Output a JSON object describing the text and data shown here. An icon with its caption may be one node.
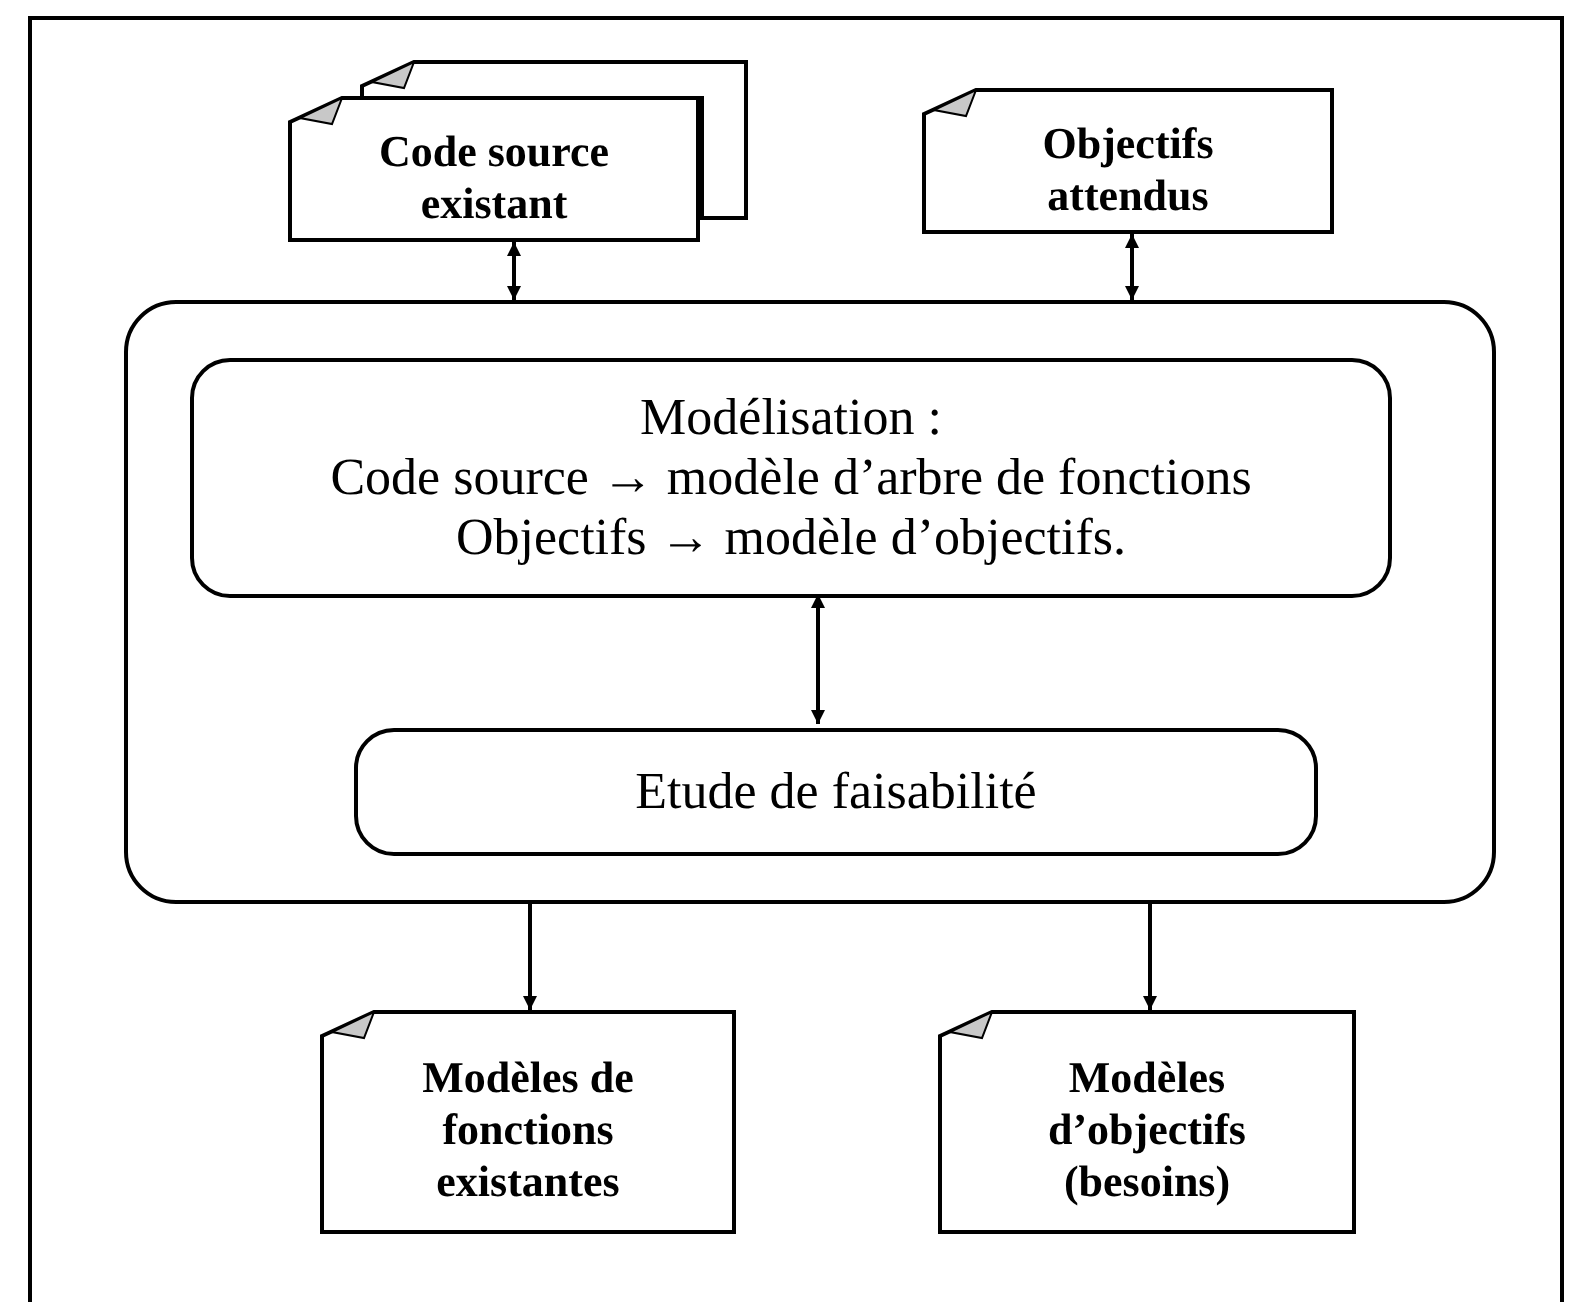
{
  "diagram": {
    "nodes": [
      {
        "text": [
          "Code source existant"
        ]
      },
      {
        "text": [
          "Objectifs attendus"
        ]
      },
      {
        "text": [],
        "shape": "box"
      },
      {
        "text": [
          "Modélisation :",
          "Code source → modèle d’arbre de fonctions",
          "Objectifs → modèle d’objectifs."
        ],
        "in": 2
      },
      {
        "text": [
          "Etude de faisabilité"
        ],
        "in": 2
      },
      {
        "text": [
          "Modèles de fonctions existantes"
        ]
      },
      {
        "text": [
          "Modèles d’objectifs (besoins)"
        ]
      }
    ],
    "edges": [
      {
        "from": 0,
        "to": 2,
        "arrow": "both"
      },
      {
        "from": 1,
        "to": 2,
        "arrow": "both"
      },
      {
        "from": 3,
        "to": 4,
        "arrow": "both"
      },
      {
        "from": 2,
        "to": 5,
        "arrow": "to"
      },
      {
        "from": 2,
        "to": 6,
        "arrow": "to"
      }
    ]
  }
}
